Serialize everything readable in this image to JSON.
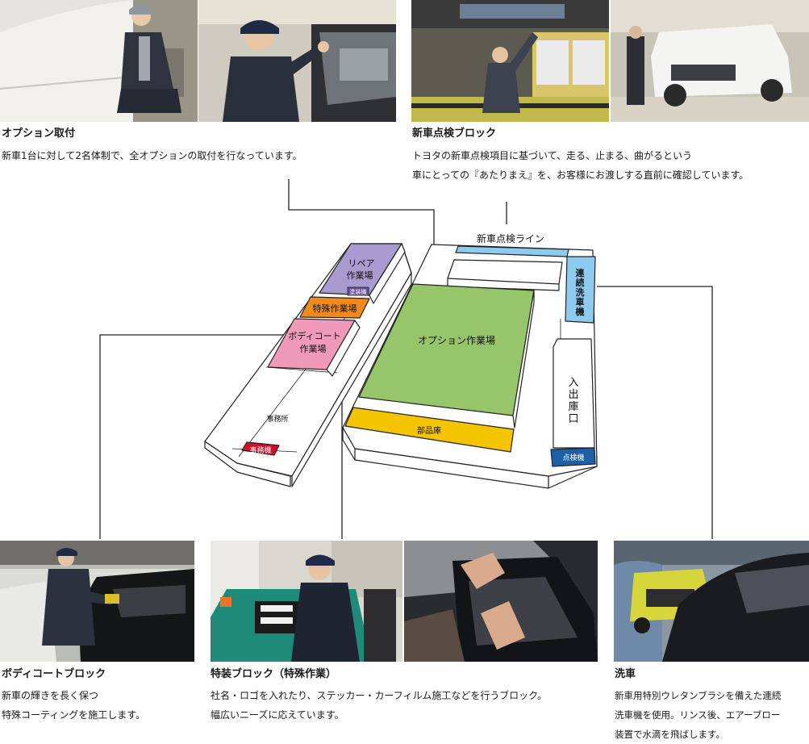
{
  "sections": {
    "option": {
      "title": "オプション取付",
      "lines": [
        "新車1台に対して2名体制で、全オプションの取付を行なっています。"
      ]
    },
    "inspection": {
      "title": "新車点検ブロック",
      "lines": [
        "トヨタの新車点検項目に基づいて、走る、止まる、曲がるという",
        "車にとっての『あたりまえ』を、お客様にお渡しする直前に確認しています。"
      ]
    },
    "bodycoat": {
      "title": "ボディコートブロック",
      "lines": [
        "新車の輝きを長く保つ",
        "特殊コーティングを施工します。"
      ]
    },
    "special": {
      "title": "特装ブロック（特殊作業）",
      "lines": [
        "社名・ロゴを入れたり、ステッカー・カーフィルム施工などを行うブロック。",
        "幅広いニーズに応えています。"
      ]
    },
    "wash": {
      "title": "洗車",
      "lines": [
        "新車用特別ウレタンブラシを備えた連続",
        "洗車機を使用。リンス後、エアーブロー",
        "装置で水滴を飛ばします。"
      ]
    }
  },
  "floor_plan": {
    "inspection_line": "新車点検ライン",
    "repair": [
      "リペア",
      "作業場"
    ],
    "paint_booth": "塗装機",
    "special_work": "特殊作業場",
    "bodycoat_area": [
      "ボディコート",
      "作業場"
    ],
    "office": "事務所",
    "office_machine": "事務機",
    "option_area": "オプション作業場",
    "parts": "部品庫",
    "wash_machine": "連続洗車機",
    "entry_exit": "入出庫口",
    "inspect_machine": "点検機"
  },
  "colors": {
    "repair": "#a99ad0",
    "special": "#f08a1c",
    "bodycoat": "#ee9ab8",
    "option": "#97c66a",
    "parts": "#f5c400",
    "wash": "#8ecbef",
    "inspect": "#1f5fa6",
    "office_machine": "#d0102a"
  }
}
